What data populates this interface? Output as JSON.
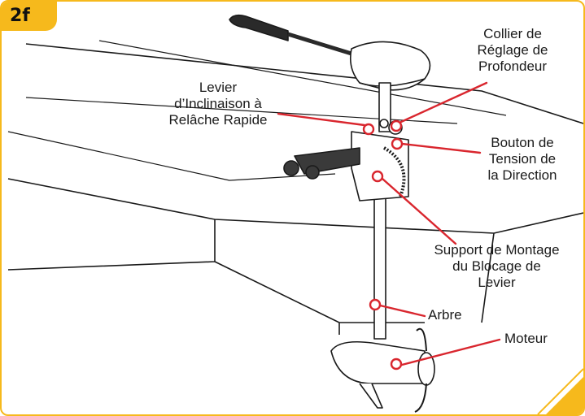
{
  "step_badge": "2f",
  "colors": {
    "accent": "#f6b91c",
    "callout": "#d9262e",
    "ink": "#1a1a1a"
  },
  "labels": {
    "collar": "Collier de\nRéglage de\nProfondeur",
    "lever": "Levier\nd’Inclinaison à\nRelâche Rapide",
    "tension": "Bouton de\nTension de\nla Direction",
    "bracket": "Support de Montage\ndu Blocage de\nLevier",
    "shaft": "Arbre",
    "motor": "Moteur"
  }
}
